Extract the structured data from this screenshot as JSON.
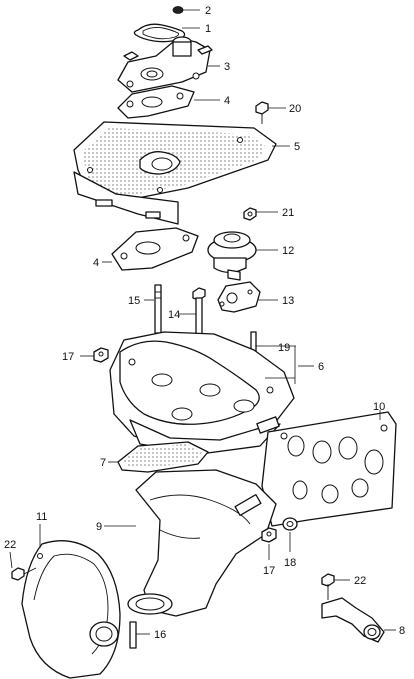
{
  "callouts": {
    "c2": "2",
    "c1": "1",
    "c3": "3",
    "c4a": "4",
    "c20": "20",
    "c5": "5",
    "c21": "21",
    "c12": "12",
    "c4b": "4",
    "c15": "15",
    "c14": "14",
    "c13": "13",
    "c17a": "17",
    "c19": "19",
    "c6": "6",
    "c10": "10",
    "c7": "7",
    "c11": "11",
    "c9": "9",
    "c22a": "22",
    "c17b": "17",
    "c18": "18",
    "c22b": "22",
    "c16": "16",
    "c8": "8"
  }
}
